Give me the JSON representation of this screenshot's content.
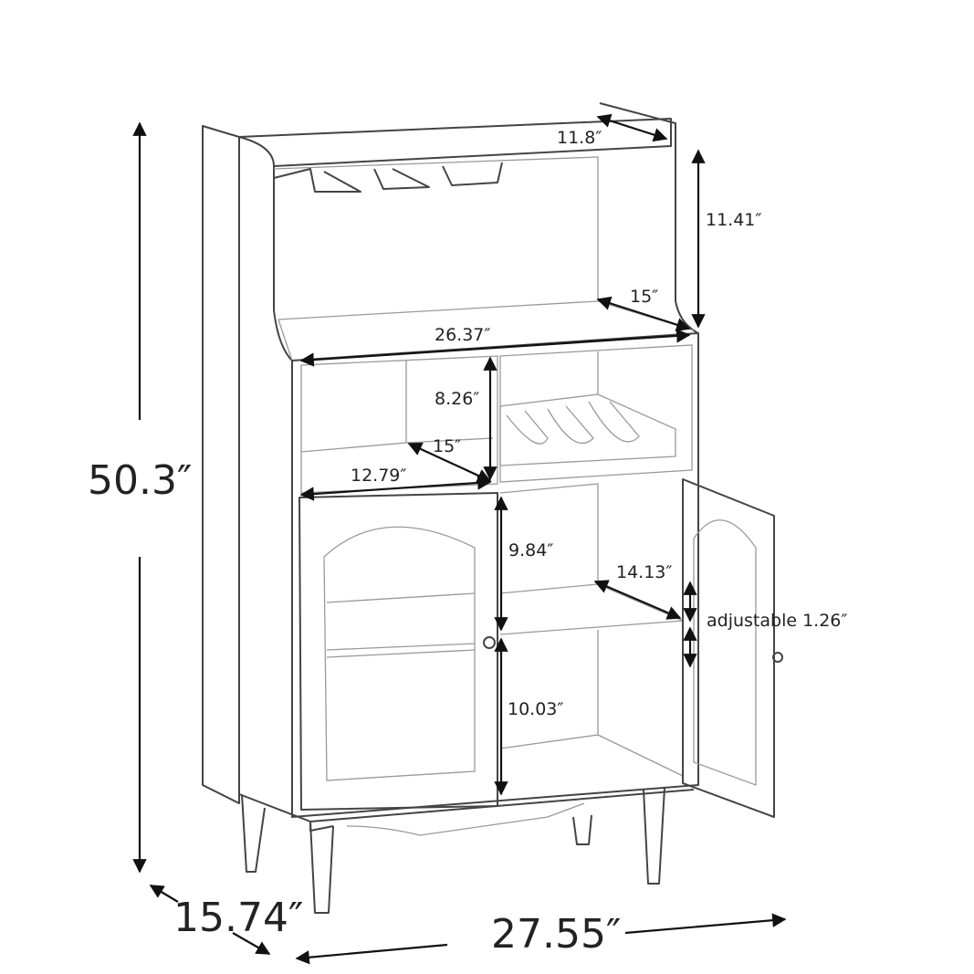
{
  "labels": {
    "top_shelf_depth": "11.8″",
    "upper_height": "11.41″",
    "upper_depth": "15″",
    "counter_width": "26.37″",
    "cubby_height": "8.26″",
    "cubby_depth": "15″",
    "cubby_width": "12.79″",
    "cabinet_upper_height": "9.84″",
    "shelf_depth": "14.13″",
    "shelf_adjust": "adjustable 1.26″",
    "cabinet_lower_height": "10.03″",
    "total_height": "50.3″",
    "total_depth": "15.74″",
    "total_width": "27.55″"
  },
  "colors": {
    "line": "#444444",
    "dimension": "#111111",
    "background": "#ffffff"
  }
}
